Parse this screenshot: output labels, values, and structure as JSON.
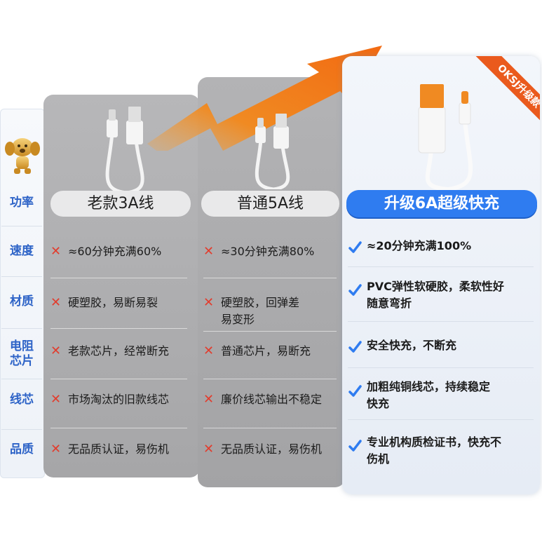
{
  "colors": {
    "accent_blue": "#2f7cf0",
    "cross_red": "#e23c2d",
    "arrow_orange": "#f07a1a",
    "badge_orange": "#ea5a1d"
  },
  "badge": "OKSJ升级款",
  "row_labels": [
    "功率",
    "速度",
    "材质",
    "电阻\n芯片",
    "线芯",
    "品质"
  ],
  "columns": [
    {
      "title": "老款3A线",
      "cells": [
        "≈60分钟充满60%",
        "硬塑胶，易断易裂",
        "老款芯片，经常断充",
        "市场淘汰的旧款线芯",
        "无品质认证，易伤机"
      ]
    },
    {
      "title": "普通5A线",
      "cells": [
        "≈30分钟充满80%",
        "硬塑胶，回弹差\n易变形",
        "普通芯片，易断充",
        "廉价线芯输出不稳定",
        "无品质认证，易伤机"
      ]
    },
    {
      "title": "升级6A超级快充",
      "cells": [
        "≈20分钟充满100%",
        "PVC弹性软硬胶，柔软性好\n随意弯折",
        "安全快充，不断充",
        "加粗纯铜线芯，持续稳定\n快充",
        "专业机构质检证书，快充不\n伤机"
      ]
    }
  ],
  "icons": {
    "cross": "cross-icon",
    "check": "check-icon",
    "arrow": "trend-arrow-icon",
    "mascot": "dog-mascot-icon",
    "cable": "usb-cable-icon"
  }
}
